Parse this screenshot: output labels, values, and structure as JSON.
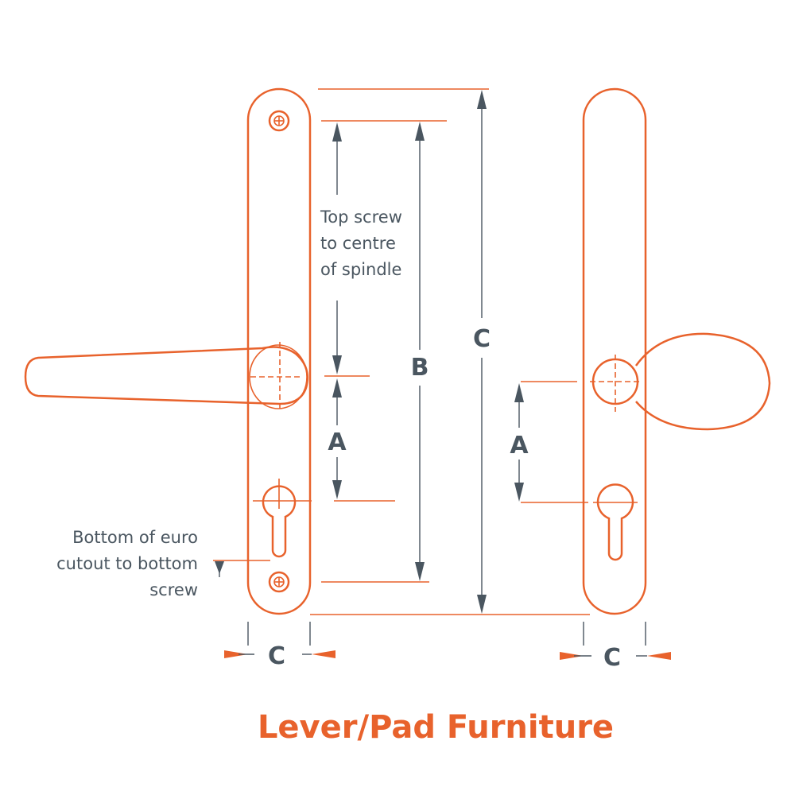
{
  "title": "Lever/Pad Furniture",
  "annotations": {
    "top_screw_line1": "Top screw",
    "top_screw_line2": "to centre",
    "top_screw_line3": "of spindle",
    "bottom_line1": "Bottom of euro",
    "bottom_line2": "cutout to bottom",
    "bottom_line3": "screw"
  },
  "labels": {
    "a_left": "A",
    "a_right": "A",
    "b": "B",
    "c_length": "C",
    "c_width_left": "C",
    "c_width_right": "C"
  },
  "colors": {
    "outline": "#e8622c",
    "dimension": "#4a5660",
    "title": "#e8622c"
  }
}
